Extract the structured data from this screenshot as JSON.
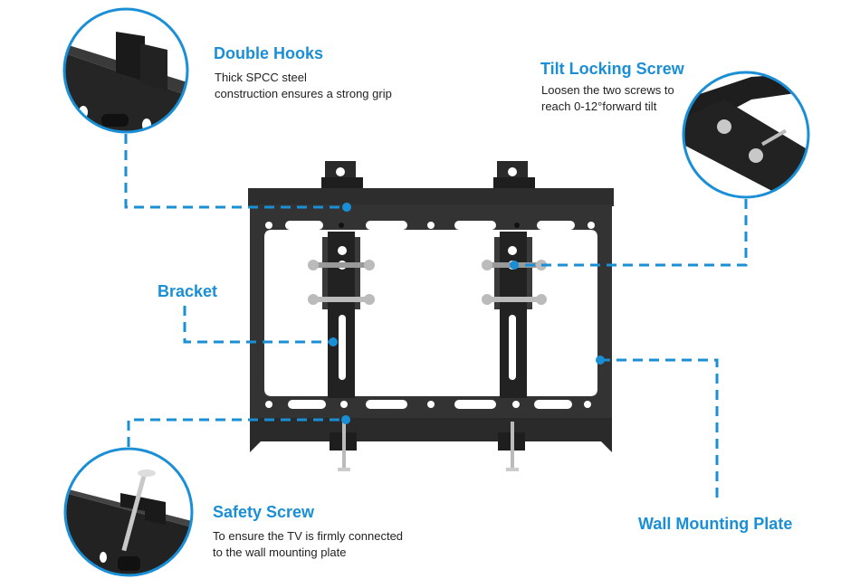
{
  "diagram": {
    "subject": "Tilting TV wall mount bracket",
    "accent_color": "#1a8fd6",
    "callouts": [
      {
        "id": "double-hooks",
        "title": "Double Hooks",
        "description_lines": [
          "Thick SPCC steel",
          "construction ensures a strong grip"
        ],
        "has_detail_image": true
      },
      {
        "id": "tilt-locking-screw",
        "title": "Tilt Locking Screw",
        "description_lines": [
          "Loosen the two screws to",
          "reach 0-12°forward tilt"
        ],
        "has_detail_image": true
      },
      {
        "id": "bracket",
        "title": "Bracket",
        "description_lines": [],
        "has_detail_image": false
      },
      {
        "id": "safety-screw",
        "title": "Safety Screw",
        "description_lines": [
          "To ensure the TV is firmly connected",
          "to the wall mounting plate"
        ],
        "has_detail_image": true
      },
      {
        "id": "wall-mounting-plate",
        "title": "Wall Mounting Plate",
        "description_lines": [],
        "has_detail_image": false
      }
    ]
  }
}
